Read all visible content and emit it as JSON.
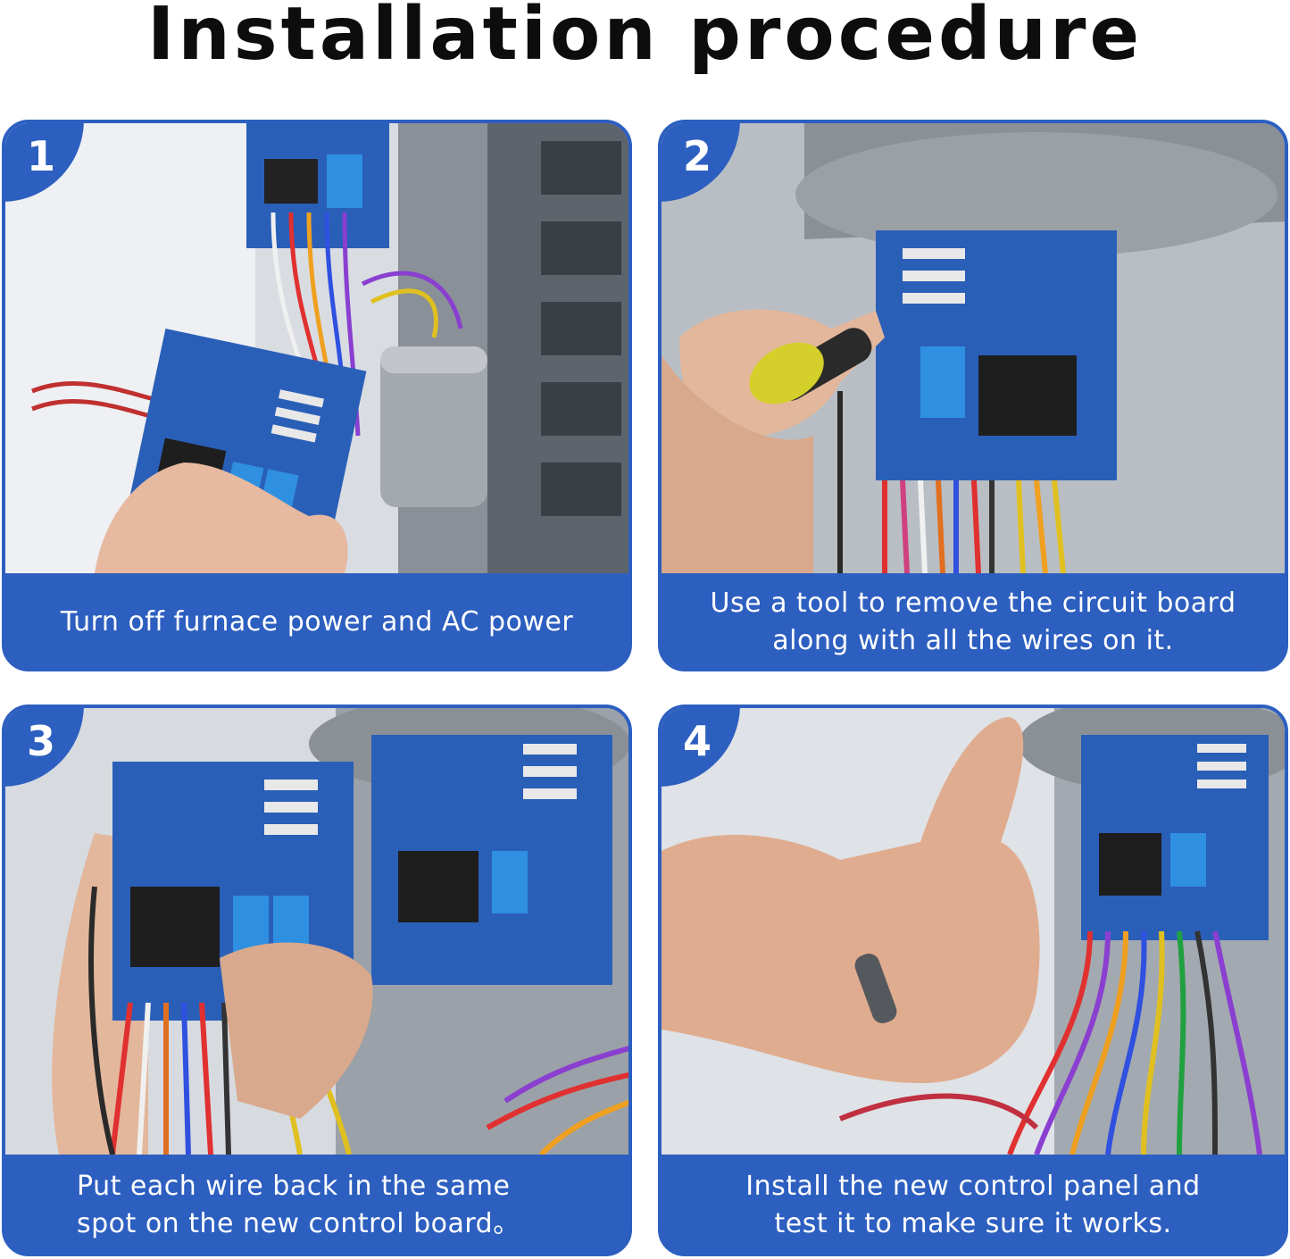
{
  "title": "Installation procedure",
  "steps": [
    {
      "number": "1",
      "caption": "Turn off furnace power and AC power"
    },
    {
      "number": "2",
      "caption": "Use a tool to remove the circuit board along with all the wires on it."
    },
    {
      "number": "3",
      "caption": "Put each wire back in the same spot on the new control board。"
    },
    {
      "number": "4",
      "caption": "Install the new control panel and test it to make sure it works."
    }
  ],
  "colors": {
    "panel": "#2d5fc0",
    "board": "#2a5fb8",
    "caption_text": "#ffffff",
    "title_text": "#0d0d0d"
  }
}
